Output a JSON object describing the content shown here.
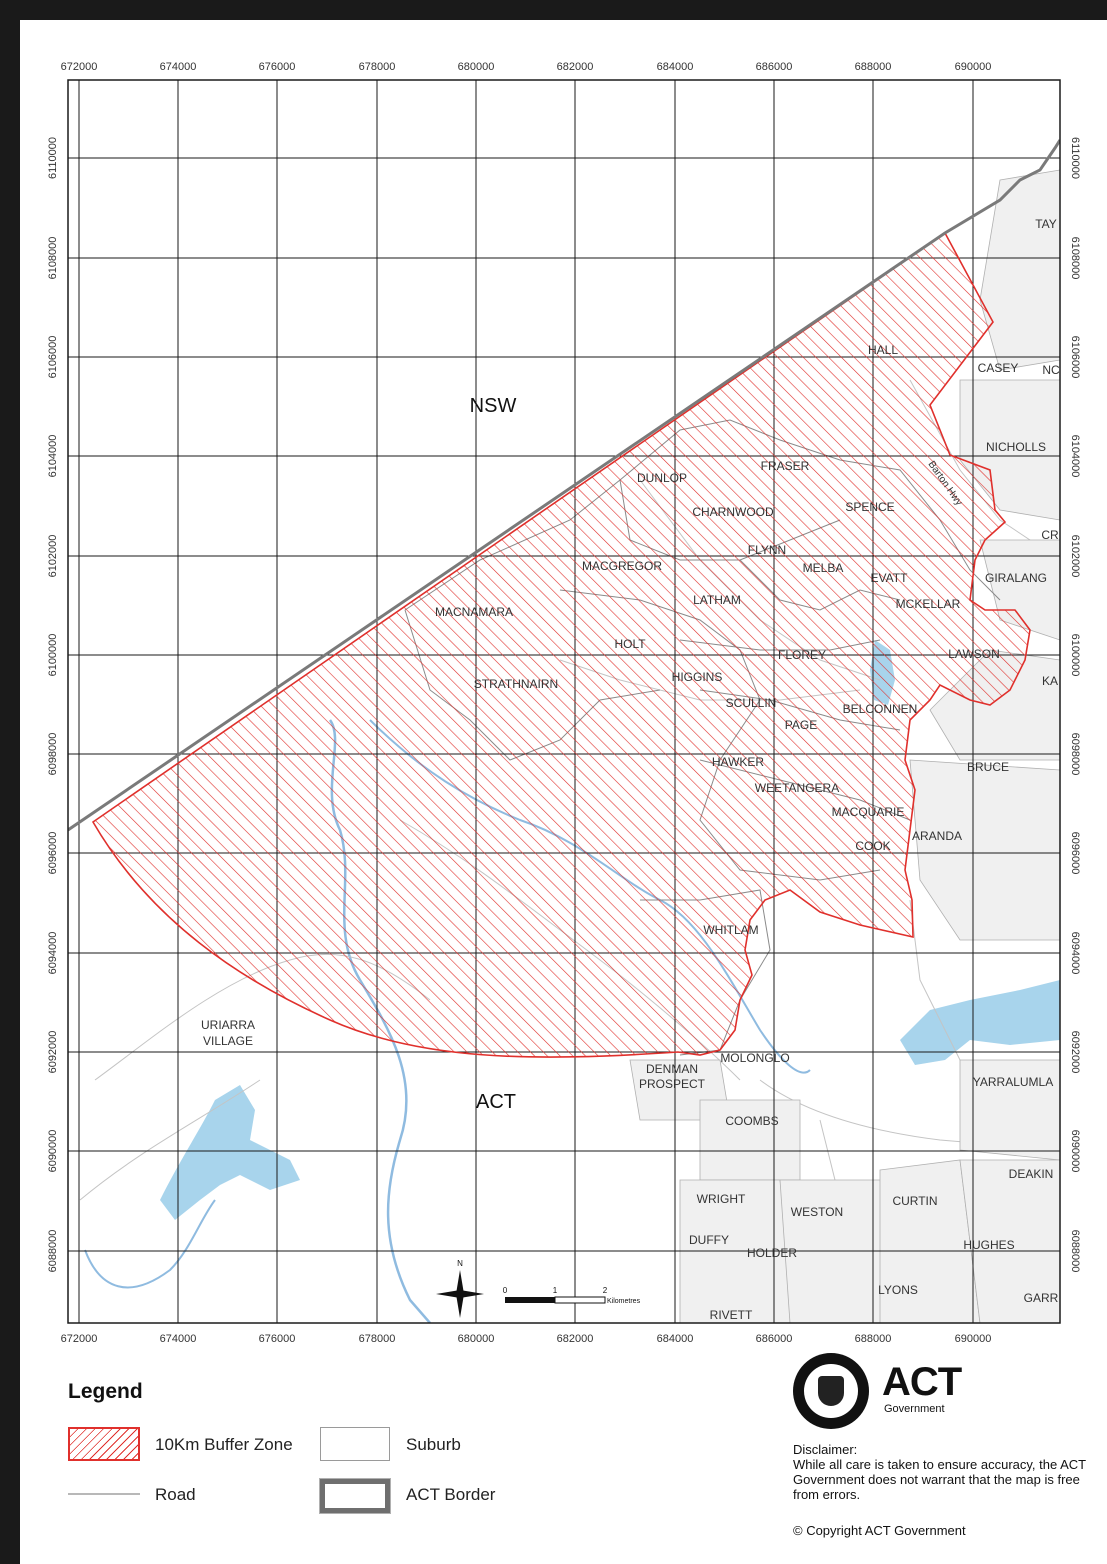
{
  "map": {
    "x_ticks": [
      "672000",
      "674000",
      "676000",
      "678000",
      "680000",
      "682000",
      "684000",
      "686000",
      "688000",
      "690000"
    ],
    "y_ticks": [
      "6110000",
      "6108000",
      "6106000",
      "6104000",
      "6102000",
      "6100000",
      "6098000",
      "6096000",
      "6094000",
      "6092000",
      "6090000",
      "6088000"
    ],
    "region_labels": {
      "nsw": "NSW",
      "act": "ACT"
    },
    "road_label": "Barton Hwy",
    "suburbs": [
      "HALL",
      "CASEY",
      "NICHOLLS",
      "DUNLOP",
      "FRASER",
      "SPENCE",
      "CHARNWOOD",
      "FLYNN",
      "MELBA",
      "EVATT",
      "GIRALANG",
      "MACGREGOR",
      "LATHAM",
      "MCKELLAR",
      "MACNAMARA",
      "HOLT",
      "FLOREY",
      "LAWSON",
      "STRATHNAIRN",
      "HIGGINS",
      "SCULLIN",
      "BELCONNEN",
      "PAGE",
      "HAWKER",
      "BRUCE",
      "WEETANGERA",
      "MACQUARIE",
      "ARANDA",
      "COOK",
      "WHITLAM",
      "URIARRA",
      "VILLAGE",
      "DENMAN",
      "PROSPECT",
      "MOLONGLO",
      "COOMBS",
      "YARRALUMLA",
      "WRIGHT",
      "WESTON",
      "CURTIN",
      "DEAKIN",
      "DUFFY",
      "HOLDER",
      "HUGHES",
      "LYONS",
      "RIVETT",
      "GARR",
      "TAY",
      "NC",
      "CR",
      "KA"
    ],
    "scalebar": {
      "north": "N",
      "ticks": [
        "0",
        "1",
        "2"
      ],
      "unit": "Kilometres"
    }
  },
  "legend": {
    "title": "Legend",
    "items": [
      "10Km Buffer Zone",
      "Suburb",
      "Road",
      "ACT Border"
    ]
  },
  "branding": {
    "name": "ACT",
    "sub": "Government"
  },
  "disclaimer": {
    "heading": "Disclaimer:",
    "text": "While all care is taken to ensure accuracy, the ACT Government does not warrant that the map is free from errors.",
    "copyright": "© Copyright ACT Government"
  },
  "colors": {
    "buffer": "#e0302c",
    "water": "#a8d4ec",
    "grid": "#1a1a1a",
    "border_line": "#7a7a7a"
  }
}
